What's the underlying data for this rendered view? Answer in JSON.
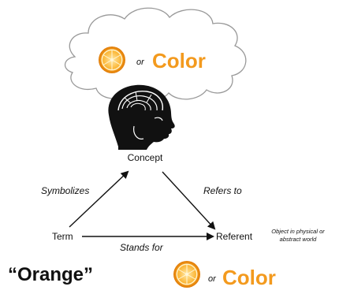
{
  "cloud": {
    "or_text": "or",
    "color_text": "Color"
  },
  "concept_label": "Concept",
  "term_label": "Term",
  "referent_label": "Referent",
  "edges": {
    "symbolizes": "Symbolizes",
    "refers_to": "Refers to",
    "stands_for": "Stands for"
  },
  "referent_note": [
    "Object in physical or",
    "abstract world"
  ],
  "bottom": {
    "word": "“Orange”",
    "or_text": "or",
    "color_text": "Color"
  },
  "colors": {
    "orange_accent": "#f39a1e",
    "cloud_stroke": "#999999",
    "ink": "#111111"
  },
  "icons": [
    "orange-slice-icon",
    "head-brain-icon"
  ]
}
